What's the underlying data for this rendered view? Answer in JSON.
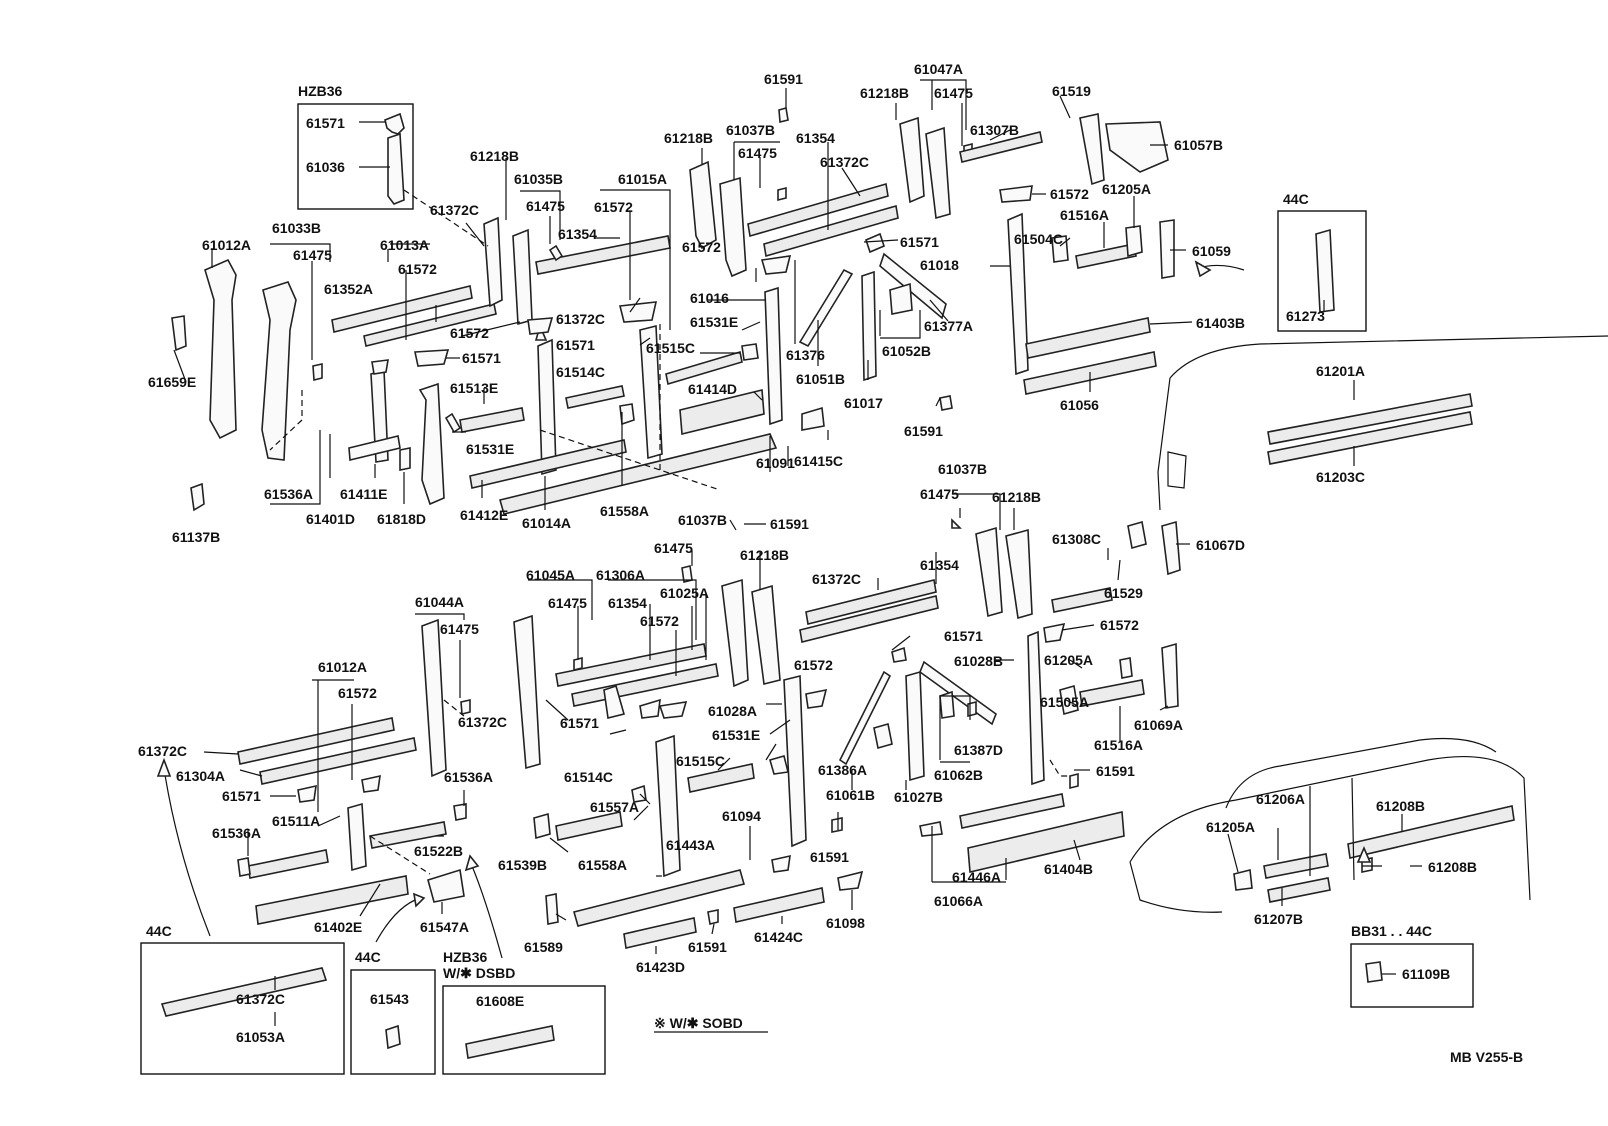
{
  "diagram": {
    "code": "MB V255-B",
    "note": "※ W/✱ SOBD",
    "insets": {
      "hzb36_top": "HZB36",
      "c44_top": "44C",
      "c44_a": "44C",
      "c44_b": "44C",
      "hzb36_bottom": "HZB36",
      "hzb36_bottom_sub": "W/✱ DSBD",
      "bb31": "BB31 . . 44C"
    },
    "part_labels": [
      "61571",
      "61036",
      "61012A",
      "61033B",
      "61475",
      "61013A",
      "61572",
      "61352A",
      "61372C",
      "61218B",
      "61035B",
      "61475",
      "61354",
      "61659E",
      "61571",
      "61536A",
      "61411E",
      "61401D",
      "61818D",
      "61513E",
      "61531E",
      "61412E",
      "61014A",
      "61572",
      "61372C",
      "61571",
      "61514C",
      "61558A",
      "61091",
      "61015A",
      "61572",
      "61016",
      "61531E",
      "61515C",
      "61414D",
      "61415C",
      "61137B",
      "61591",
      "61037B",
      "61475",
      "61218B",
      "61354",
      "61372C",
      "61572",
      "61376",
      "61051B",
      "61017",
      "61571",
      "61052B",
      "61377A",
      "61018",
      "61591",
      "61047A",
      "61218B",
      "61475",
      "61307B",
      "61519",
      "61057B",
      "61572",
      "61205A",
      "61516A",
      "61504C",
      "61059",
      "61403B",
      "61056",
      "61273",
      "61201A",
      "61203C",
      "61037B",
      "61591",
      "61475",
      "61218B",
      "61045A",
      "61306A",
      "61025A",
      "61354",
      "61475",
      "61572",
      "61372C",
      "61044A",
      "61475",
      "61012A",
      "61572",
      "61372C",
      "61304A",
      "61571",
      "61536A",
      "61536A",
      "61511A",
      "61522B",
      "61402E",
      "61547A",
      "61571",
      "61028A",
      "61531E",
      "61514C",
      "61515C",
      "61557A",
      "61539B",
      "61558A",
      "61094",
      "61443A",
      "61589",
      "61423D",
      "61591",
      "61424C",
      "61098",
      "61372C",
      "61354",
      "61572",
      "61571",
      "61028B",
      "61386A",
      "61061B",
      "61591",
      "61027B",
      "61062B",
      "61387D",
      "61037B",
      "61475",
      "61218B",
      "61308C",
      "61529",
      "61067D",
      "61572",
      "61205A",
      "61505A",
      "61516A",
      "61069A",
      "61591",
      "61446A",
      "61404B",
      "61066A",
      "61206A",
      "61205A",
      "61208B",
      "61208B",
      "61207B",
      "61109B",
      "61372C",
      "61053A",
      "61543",
      "61608E"
    ]
  }
}
